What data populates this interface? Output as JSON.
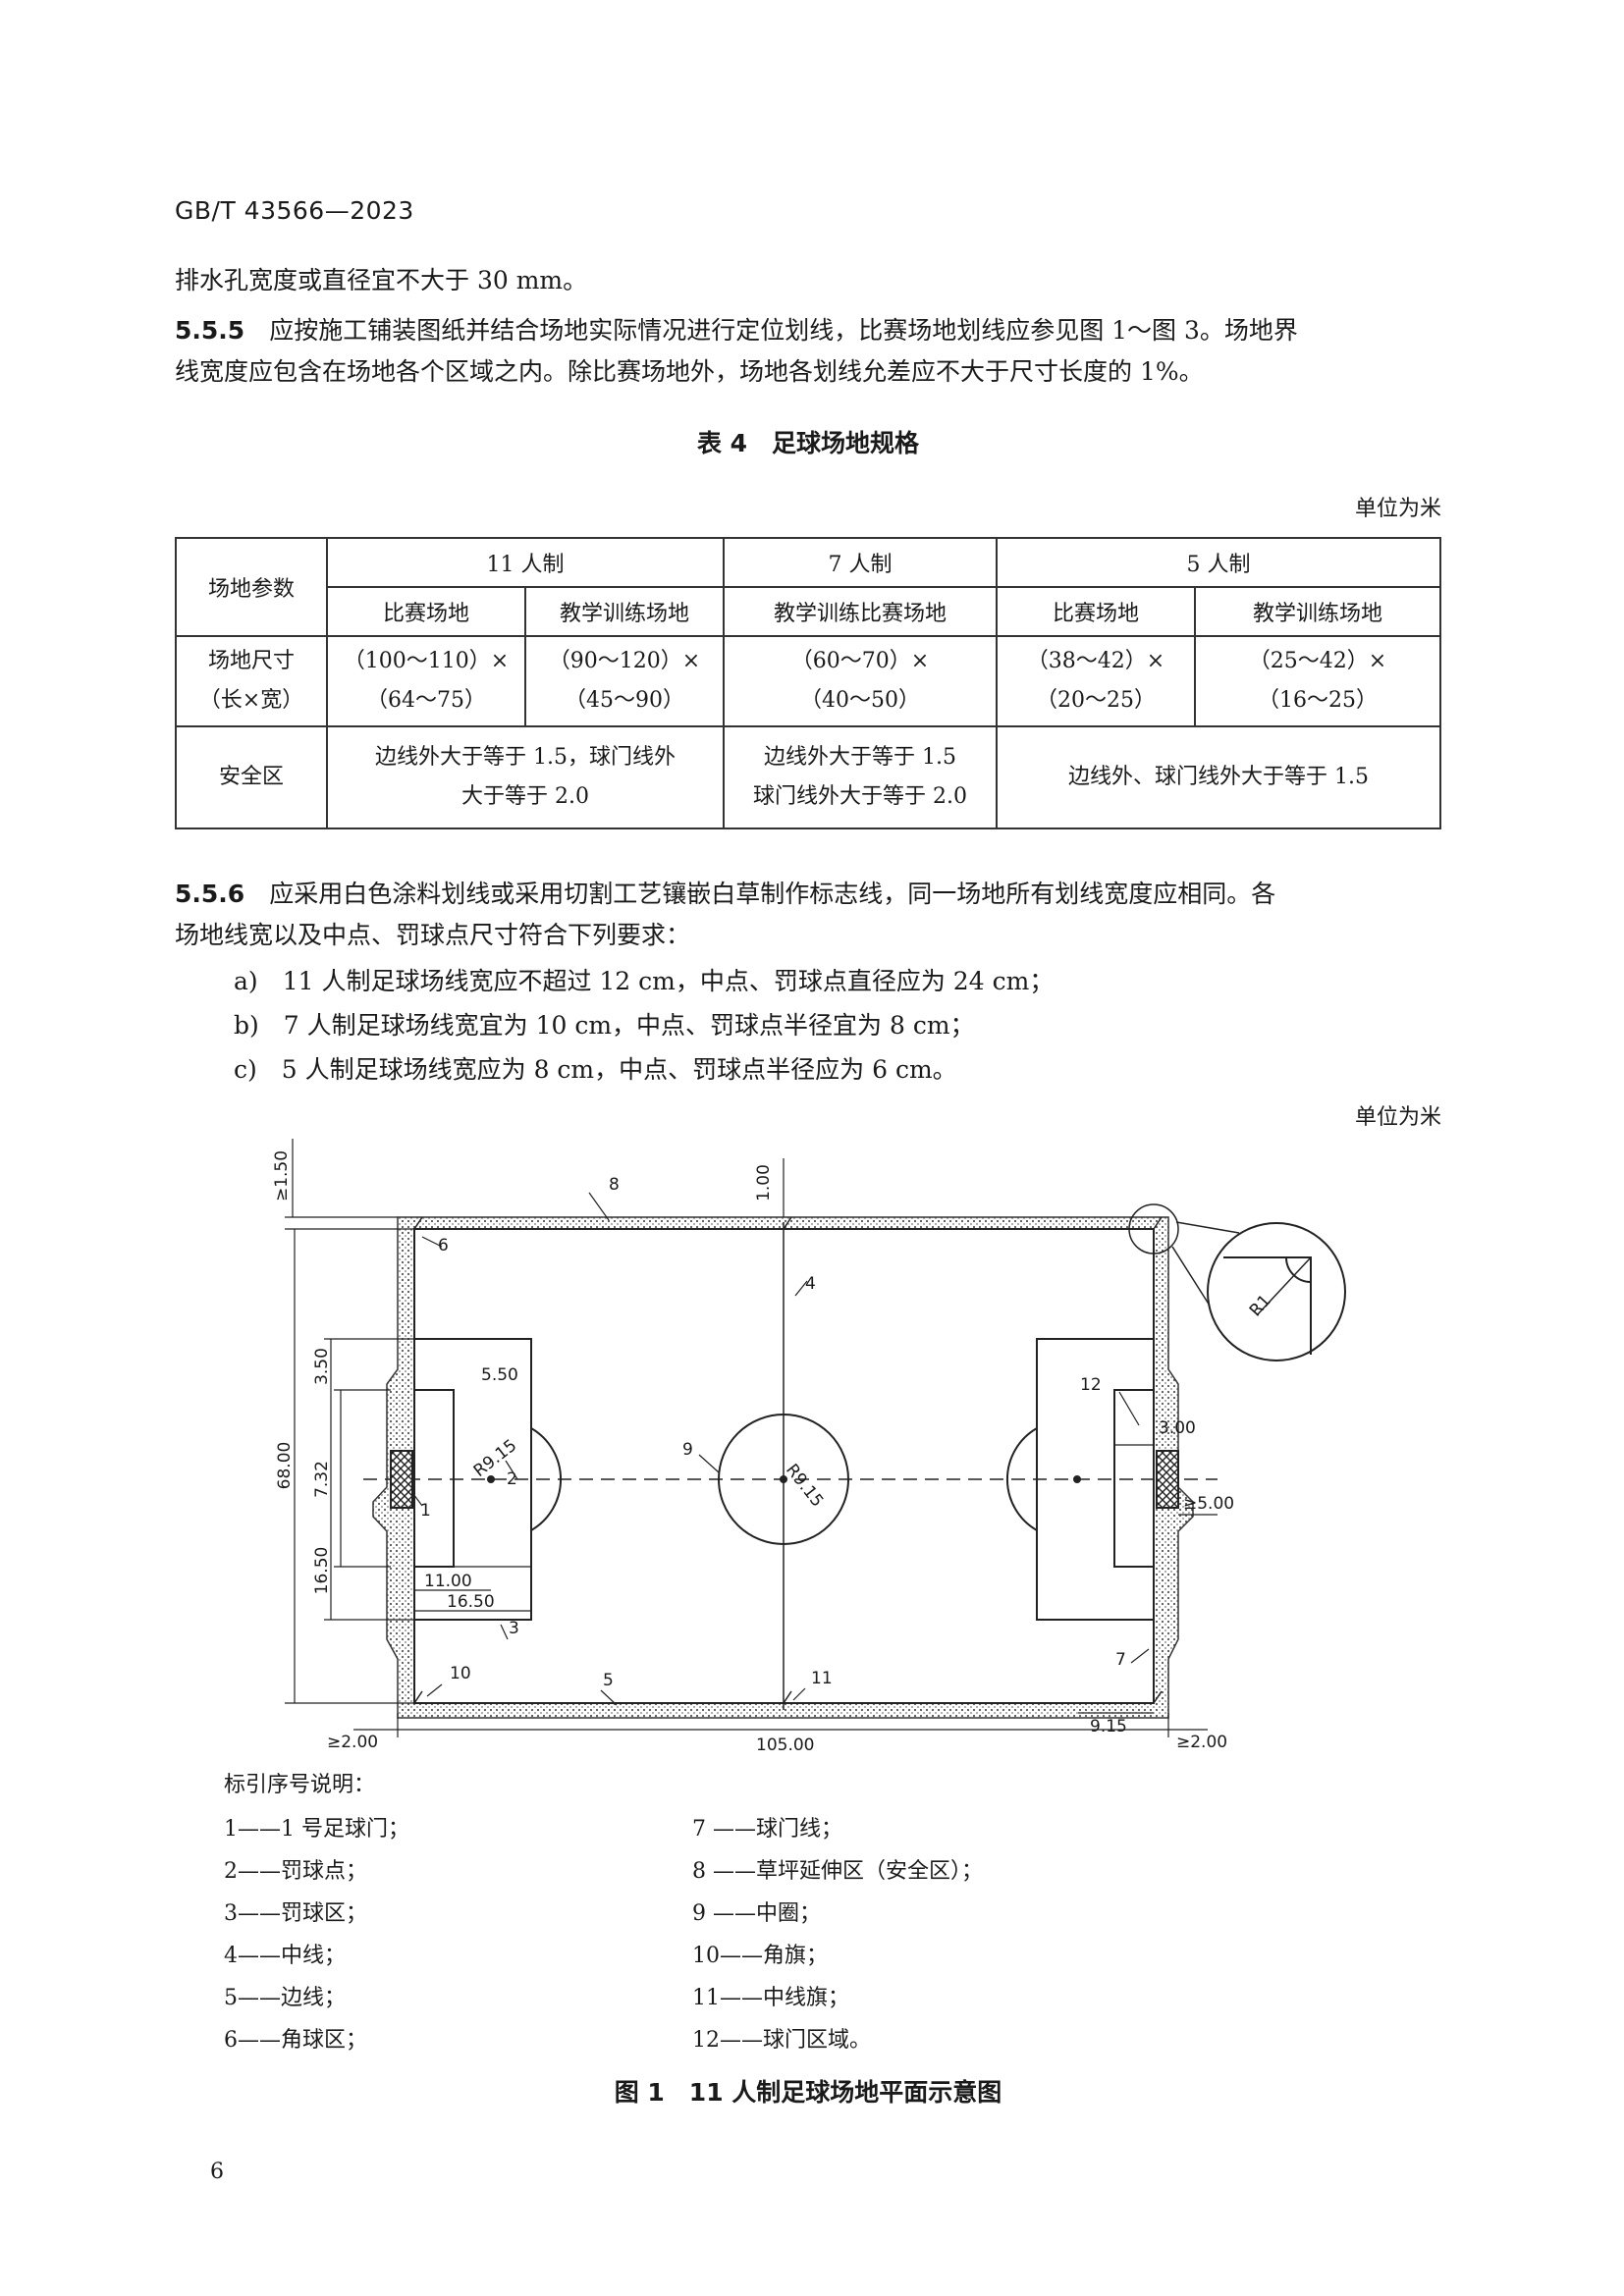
{
  "header": "GB/T 43566—2023",
  "para1": "排水孔宽度或直径宜不大于 30 mm。",
  "s555": {
    "num": "5.5.5",
    "line1": "应按施工铺装图纸并结合场地实际情况进行定位划线，比赛场地划线应参见图 1～图 3。场地界",
    "line2": "线宽度应包含在场地各个区域之内。除比赛场地外，场地各划线允差应不大于尺寸长度的 1%。"
  },
  "table4": {
    "caption": "表 4　足球场地规格",
    "unit": "单位为米",
    "param_header": "场地参数",
    "groups": [
      "11 人制",
      "7 人制",
      "5 人制"
    ],
    "subheaders": [
      "比赛场地",
      "教学训练场地",
      "教学训练比赛场地",
      "比赛场地",
      "教学训练场地"
    ],
    "size_label": [
      "场地尺寸",
      "（长×宽）"
    ],
    "sizes": [
      [
        "（100～110）×",
        "（64～75）"
      ],
      [
        "（90～120）×",
        "（45～90）"
      ],
      [
        "（60～70）×",
        "（40～50）"
      ],
      [
        "（38～42）×",
        "（20～25）"
      ],
      [
        "（25～42）×",
        "（16～25）"
      ]
    ],
    "safety_label": "安全区",
    "safety": [
      [
        "边线外大于等于 1.5，球门线外",
        "大于等于 2.0"
      ],
      [
        "边线外大于等于 1.5",
        "球门线外大于等于 2.0"
      ],
      [
        "边线外、球门线外大于等于 1.5"
      ]
    ]
  },
  "s556": {
    "num": "5.5.6",
    "line1": "应采用白色涂料划线或采用切割工艺镶嵌白草制作标志线，同一场地所有划线宽度应相同。各",
    "line2": "场地线宽以及中点、罚球点尺寸符合下列要求：",
    "items": [
      {
        "label": "a)",
        "text": "11 人制足球场线宽应不超过 12 cm，中点、罚球点直径应为 24 cm；"
      },
      {
        "label": "b)",
        "text": "7 人制足球场线宽宜为 10 cm，中点、罚球点半径宜为 8 cm；"
      },
      {
        "label": "c)",
        "text": "5 人制足球场线宽应为 8 cm，中点、罚球点半径应为 6 cm。"
      }
    ]
  },
  "figure": {
    "unit": "单位为米",
    "dims": {
      "safety_side": "≥1.50",
      "mid_top": "1.00",
      "goal_area_depth": "5.50",
      "penalty_arc_radius": "R9.15",
      "center_radius": "R9.15",
      "dim_350": "3.50",
      "dim_732": "7.32",
      "dim_6800": "68.00",
      "dim_1650_v": "16.50",
      "dim_1100": "11.00",
      "dim_1650_h": "16.50",
      "goal_depth": "3.00",
      "safety_goal_right": "≥5.00",
      "safety_goal_left": "≥2.00",
      "safety_goal_right_bottom": "≥2.00",
      "length": "105.00",
      "dim_915": "9.15",
      "corner_radius": "R1"
    },
    "markers": [
      "1",
      "2",
      "3",
      "4",
      "5",
      "6",
      "7",
      "8",
      "9",
      "10",
      "11",
      "12"
    ],
    "legend_title": "标引序号说明：",
    "legend_left": [
      "1——1 号足球门；",
      "2——罚球点；",
      "3——罚球区；",
      "4——中线；",
      "5——边线；",
      "6——角球区；"
    ],
    "legend_right": [
      "7 ——球门线；",
      "8 ——草坪延伸区（安全区）；",
      "9 ——中圈；",
      "10——角旗；",
      "11——中线旗；",
      "12——球门区域。"
    ],
    "caption": "图 1　11 人制足球场地平面示意图"
  },
  "page_number": "6"
}
